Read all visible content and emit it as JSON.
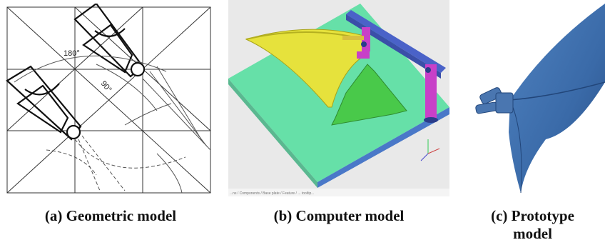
{
  "figure": {
    "panels": [
      {
        "id": "a",
        "caption": "(a) Geometric model",
        "angle_labels": [
          "180°",
          "90°"
        ]
      },
      {
        "id": "b",
        "caption": "(b) Computer model",
        "status_text": "...ns / Components / Base plate / Feature / ... tooltip..."
      },
      {
        "id": "c",
        "caption_line1": "(c) Prototype",
        "caption_line2": "model"
      }
    ],
    "colors": {
      "line_drawing": "#222222",
      "base_plate": "#66e0a8",
      "plate_edge": "#4a78c8",
      "wing_yellow": "#e6e23c",
      "wing_green": "#49c94a",
      "frame_blue": "#4a62c8",
      "joint_magenta": "#c840c8",
      "prototype_blue": "#3a6aa8"
    }
  }
}
